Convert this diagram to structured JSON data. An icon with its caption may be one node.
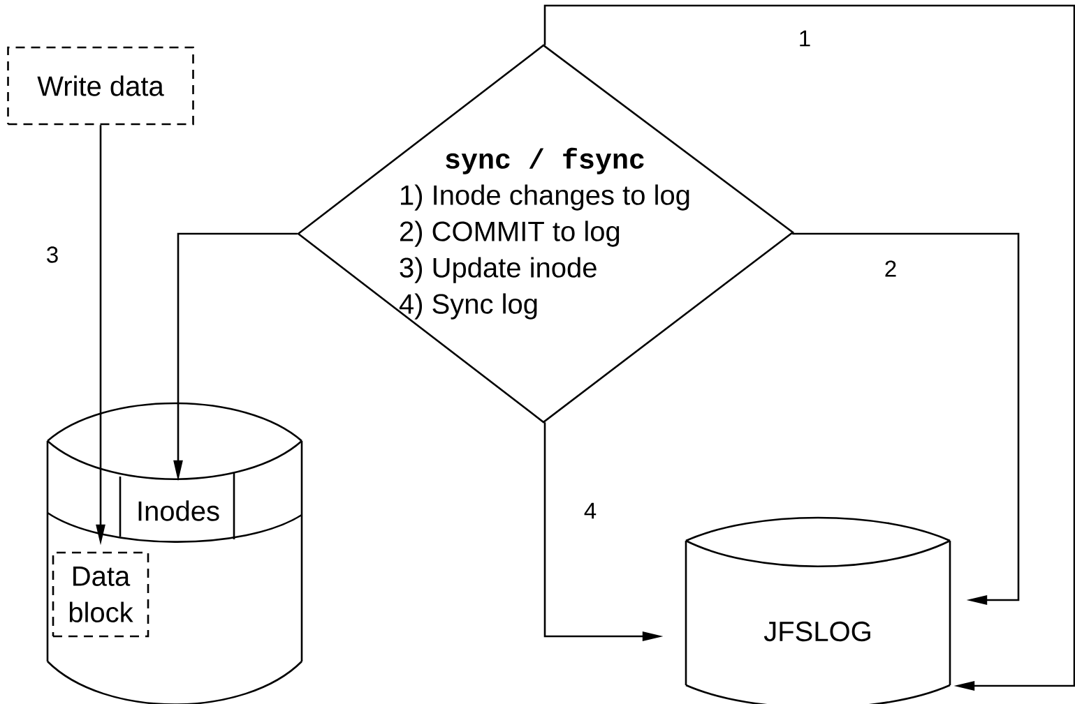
{
  "diagram": {
    "nodes": [
      {
        "text": [
          "Write data"
        ]
      },
      {
        "text": [
          "sync / fsync",
          "1) Inode changes to log",
          "2) COMMIT to log",
          "3) Update inode",
          "4) Sync log"
        ]
      },
      {
        "text": [],
        "shape": "cylinder"
      },
      {
        "text": [
          "Inodes"
        ],
        "in": 2
      },
      {
        "text": [
          "Data block"
        ],
        "in": 2
      },
      {
        "text": [
          "JFSLOG"
        ]
      }
    ],
    "edges": [
      {
        "from": 0,
        "to": 4,
        "arrow": "to",
        "label": "3"
      },
      {
        "from": 1,
        "to": 3,
        "arrow": "to"
      },
      {
        "from": 1,
        "to": 5,
        "arrow": "to",
        "label": "1"
      },
      {
        "from": 1,
        "to": 5,
        "arrow": "to",
        "label": "2"
      },
      {
        "from": 1,
        "to": 5,
        "arrow": "to",
        "label": "4"
      }
    ]
  }
}
